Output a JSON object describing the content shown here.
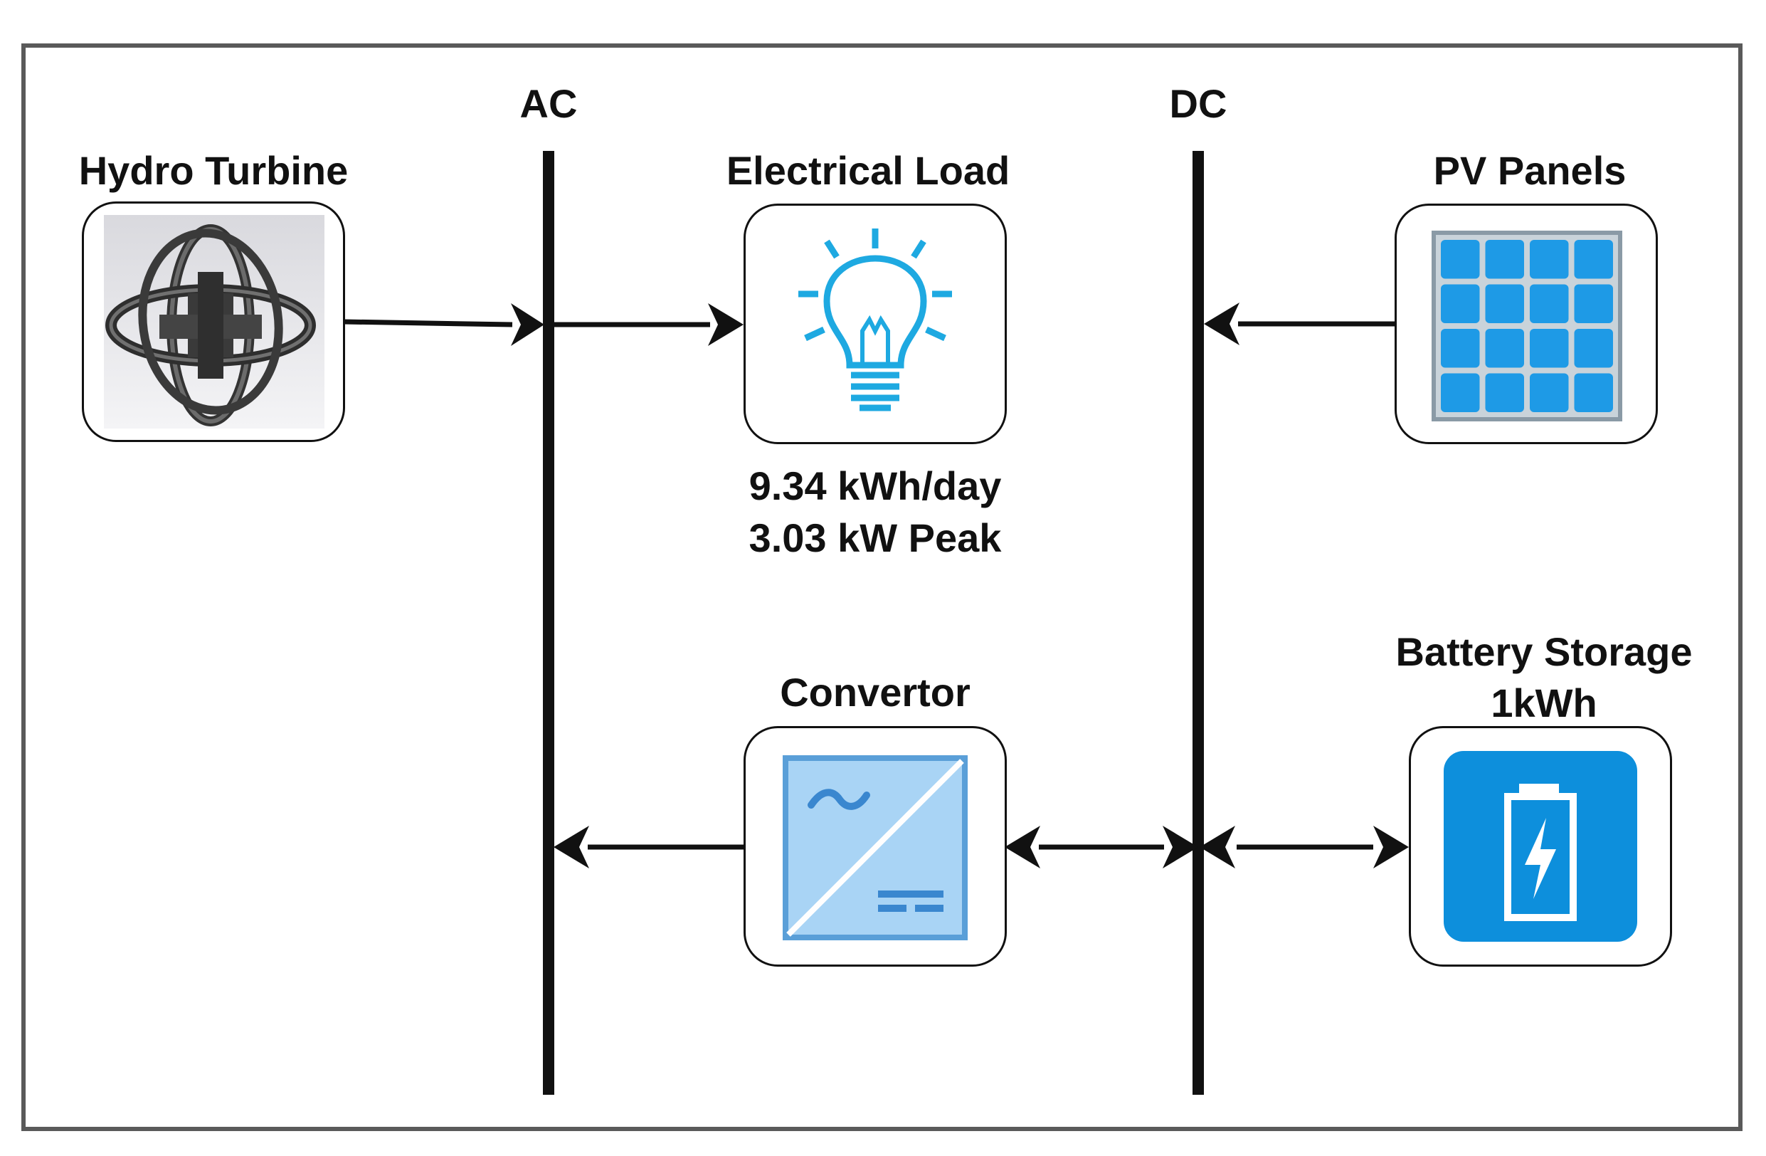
{
  "diagram": {
    "buses": {
      "ac": {
        "label": "AC"
      },
      "dc": {
        "label": "DC"
      }
    },
    "components": {
      "hydro_turbine": {
        "label": "Hydro Turbine",
        "icon": "hydro-turbine-icon"
      },
      "electrical_load": {
        "label": "Electrical Load",
        "icon": "lightbulb-icon",
        "energy": "9.34 kWh/day",
        "peak": "3.03 kW Peak"
      },
      "pv_panels": {
        "label": "PV Panels",
        "icon": "solar-panel-icon"
      },
      "convertor": {
        "label": "Convertor",
        "icon": "ac-dc-converter-icon"
      },
      "battery_storage": {
        "label": "Battery Storage",
        "capacity": "1kWh",
        "icon": "battery-charging-icon"
      }
    },
    "colors": {
      "bulb_blue": "#1ea9e1",
      "pv_blue": "#1e9ae6",
      "converter_fill": "#a9d4f5",
      "converter_blue": "#3a87cf",
      "battery_blue": "#0d8fdc",
      "frame_gray": "#5a5a5a"
    }
  }
}
